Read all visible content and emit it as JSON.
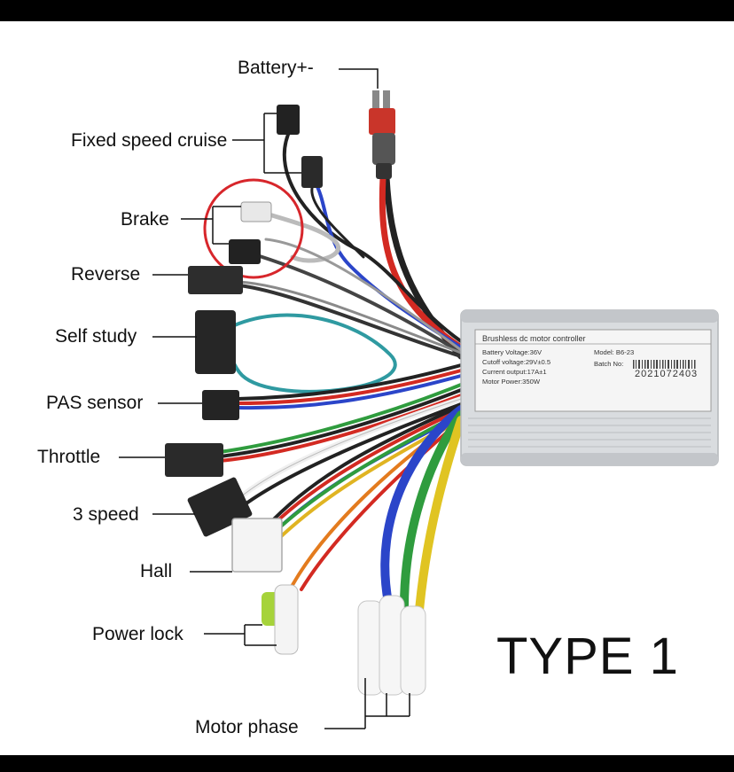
{
  "labels": {
    "battery": "Battery+-",
    "cruise": "Fixed speed cruise",
    "brake": "Brake",
    "reverse": "Reverse",
    "self_study": "Self study",
    "pas": "PAS sensor",
    "throttle": "Throttle",
    "speed3": "3 speed",
    "hall": "Hall",
    "power_lock": "Power lock",
    "motor_phase": "Motor phase"
  },
  "type_label": "TYPE 1",
  "controller": {
    "title": "Brushless dc motor controller",
    "battery_voltage": "Battery Voltage:36V",
    "cutoff_voltage": "Cutoff voltage:29V±0.5",
    "current_output": "Current output:17A±1",
    "motor_power": "Motor Power:350W",
    "model": "Model:  B6-23",
    "batch_label": "Batch No:",
    "batch_number": "2021072403"
  },
  "colors": {
    "background": "#ffffff",
    "frame": "#000000",
    "highlight_circle": "#d7262b"
  }
}
